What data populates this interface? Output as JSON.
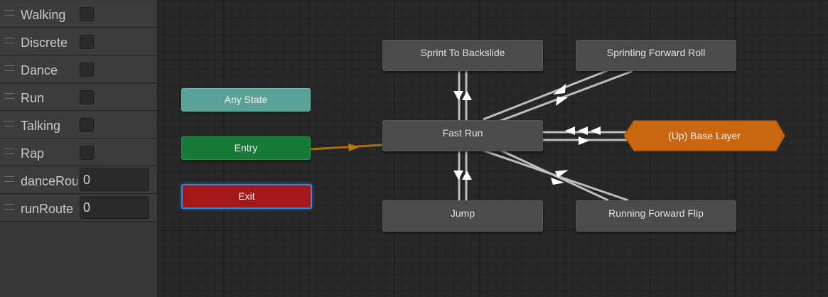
{
  "parameters": [
    {
      "name": "Walking",
      "type": "bool"
    },
    {
      "name": "Discrete",
      "type": "bool"
    },
    {
      "name": "Dance",
      "type": "bool"
    },
    {
      "name": "Run",
      "type": "bool"
    },
    {
      "name": "Talking",
      "type": "bool"
    },
    {
      "name": "Rap",
      "type": "bool"
    },
    {
      "name": "danceRoutine",
      "type": "int",
      "value": "0"
    },
    {
      "name": "runRoute",
      "type": "int",
      "value": "0"
    }
  ],
  "nodes": {
    "any_state": "Any State",
    "entry": "Entry",
    "exit": "Exit",
    "sprint_to_backslide": "Sprint To Backslide",
    "sprinting_forward_roll": "Sprinting Forward Roll",
    "fast_run": "Fast Run",
    "base_layer": "(Up) Base Layer",
    "jump": "Jump",
    "running_forward_flip": "Running Forward Flip"
  },
  "colors": {
    "any_state": "#5aa297",
    "entry": "#177a37",
    "exit": "#a61818",
    "state": "#4b4b4b",
    "layer": "#c8670f",
    "transition": "#bdbdbd",
    "entry_transition": "#a8720a"
  }
}
